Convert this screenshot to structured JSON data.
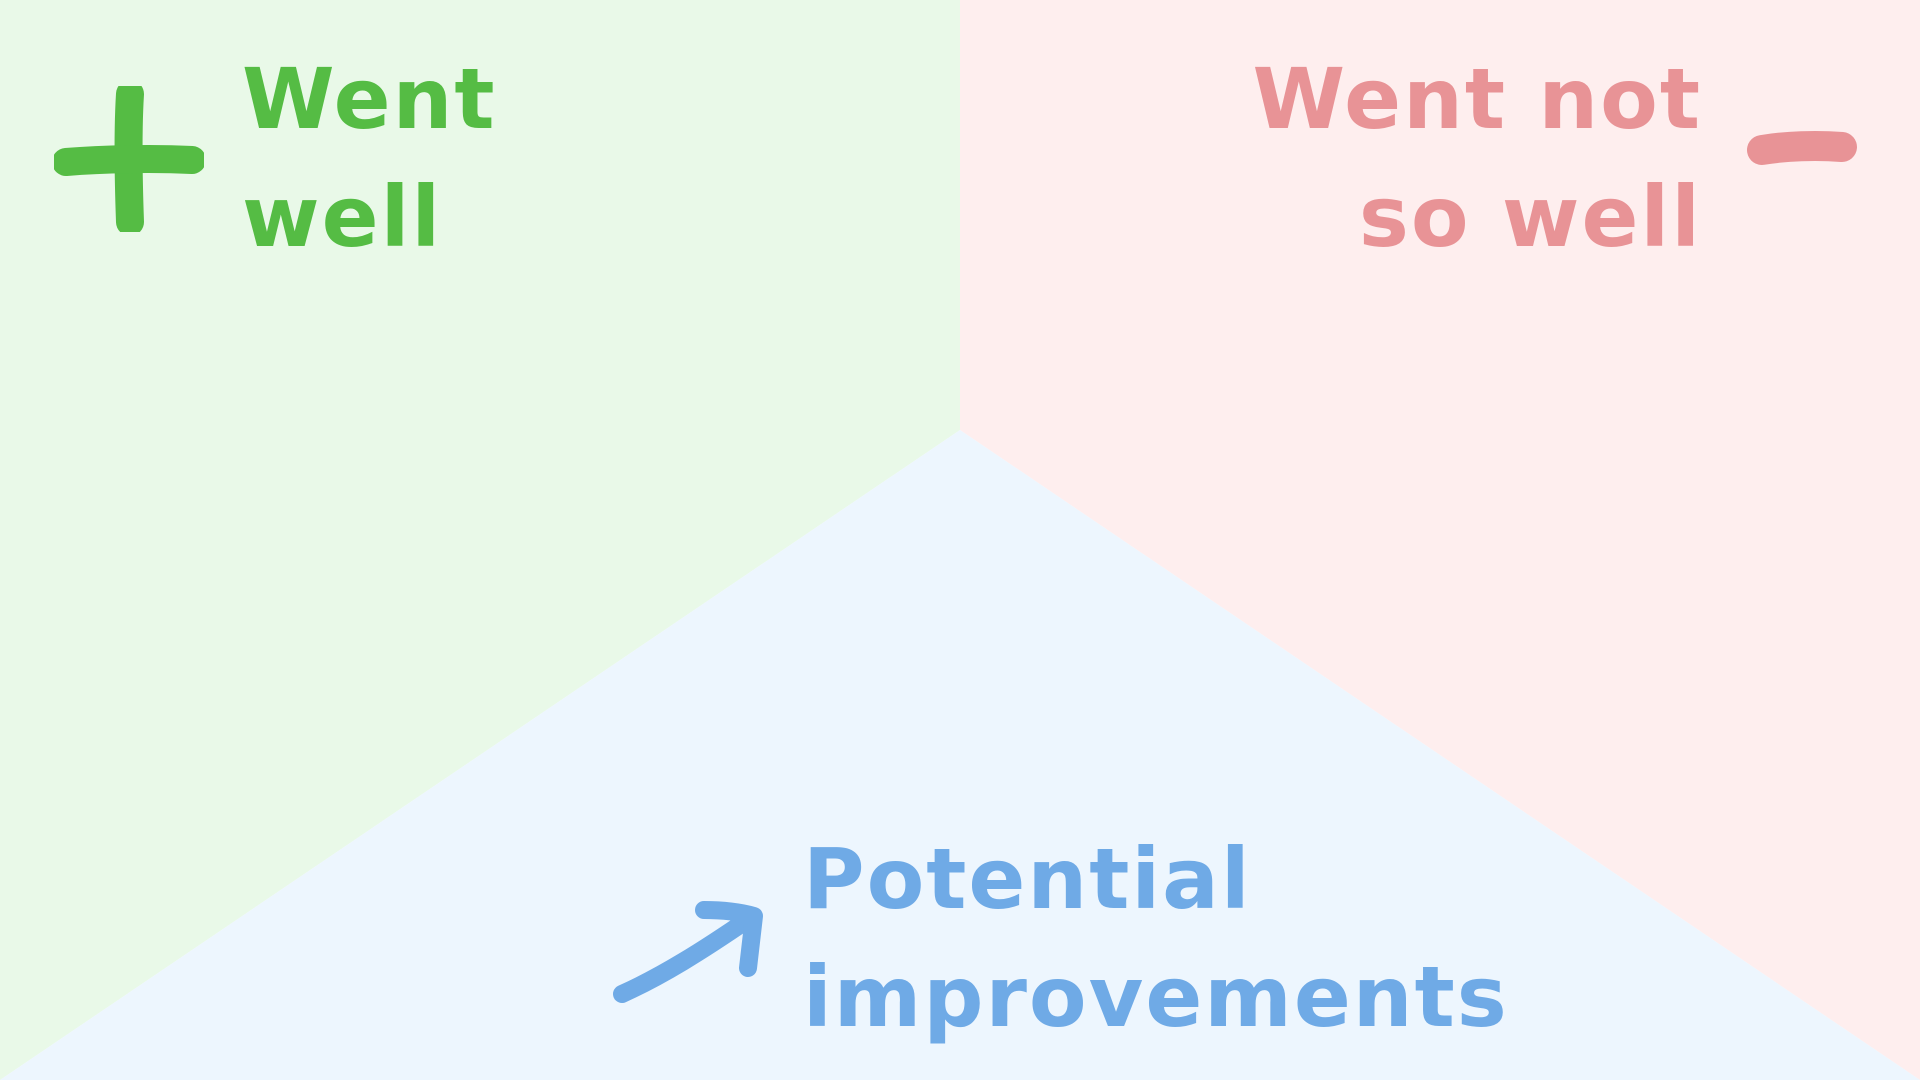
{
  "colors": {
    "went_well_bg": "#E9F9E8",
    "went_not_so_well_bg": "#FEEEEE",
    "improvements_bg": "#EDF6FE",
    "went_well_accent": "#55BC44",
    "went_not_so_well_accent": "#E89396",
    "improvements_accent": "#6FAAE6"
  },
  "sections": {
    "went_well": {
      "line1": "Went",
      "line2": "well",
      "icon": "plus-icon"
    },
    "went_not_so_well": {
      "line1": "Went not",
      "line2": "so well",
      "icon": "minus-icon"
    },
    "potential_improvements": {
      "line1": "Potential",
      "line2": "improvements",
      "icon": "arrow-up-right-icon"
    }
  }
}
